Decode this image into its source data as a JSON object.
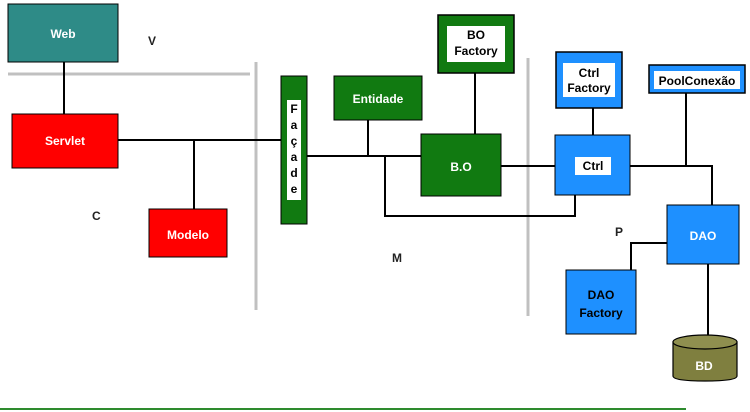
{
  "zones": {
    "v": "V",
    "c": "C",
    "m": "M",
    "p": "P"
  },
  "boxes": {
    "web": "Web",
    "servlet": "Servlet",
    "modelo": "Modelo",
    "facade": [
      "F",
      "a",
      "ç",
      "a",
      "d",
      "e"
    ],
    "entidade": "Entidade",
    "bo_factory": [
      "BO",
      "Factory"
    ],
    "bo": "B.O",
    "ctrl_factory": [
      "Ctrl",
      "Factory"
    ],
    "ctrl": "Ctrl",
    "pool": "PoolConexão",
    "dao": "DAO",
    "dao_factory": [
      "DAO",
      "Factory"
    ],
    "bd": "BD"
  },
  "colors": {
    "teal": "#2e8b87",
    "red": "#ff0000",
    "green": "#117a11",
    "blue": "#1e90ff",
    "olive": "#7f7f3f",
    "divider": "#c0c0c0",
    "line": "#000000",
    "bottom_rule": "#2e8b2e"
  }
}
